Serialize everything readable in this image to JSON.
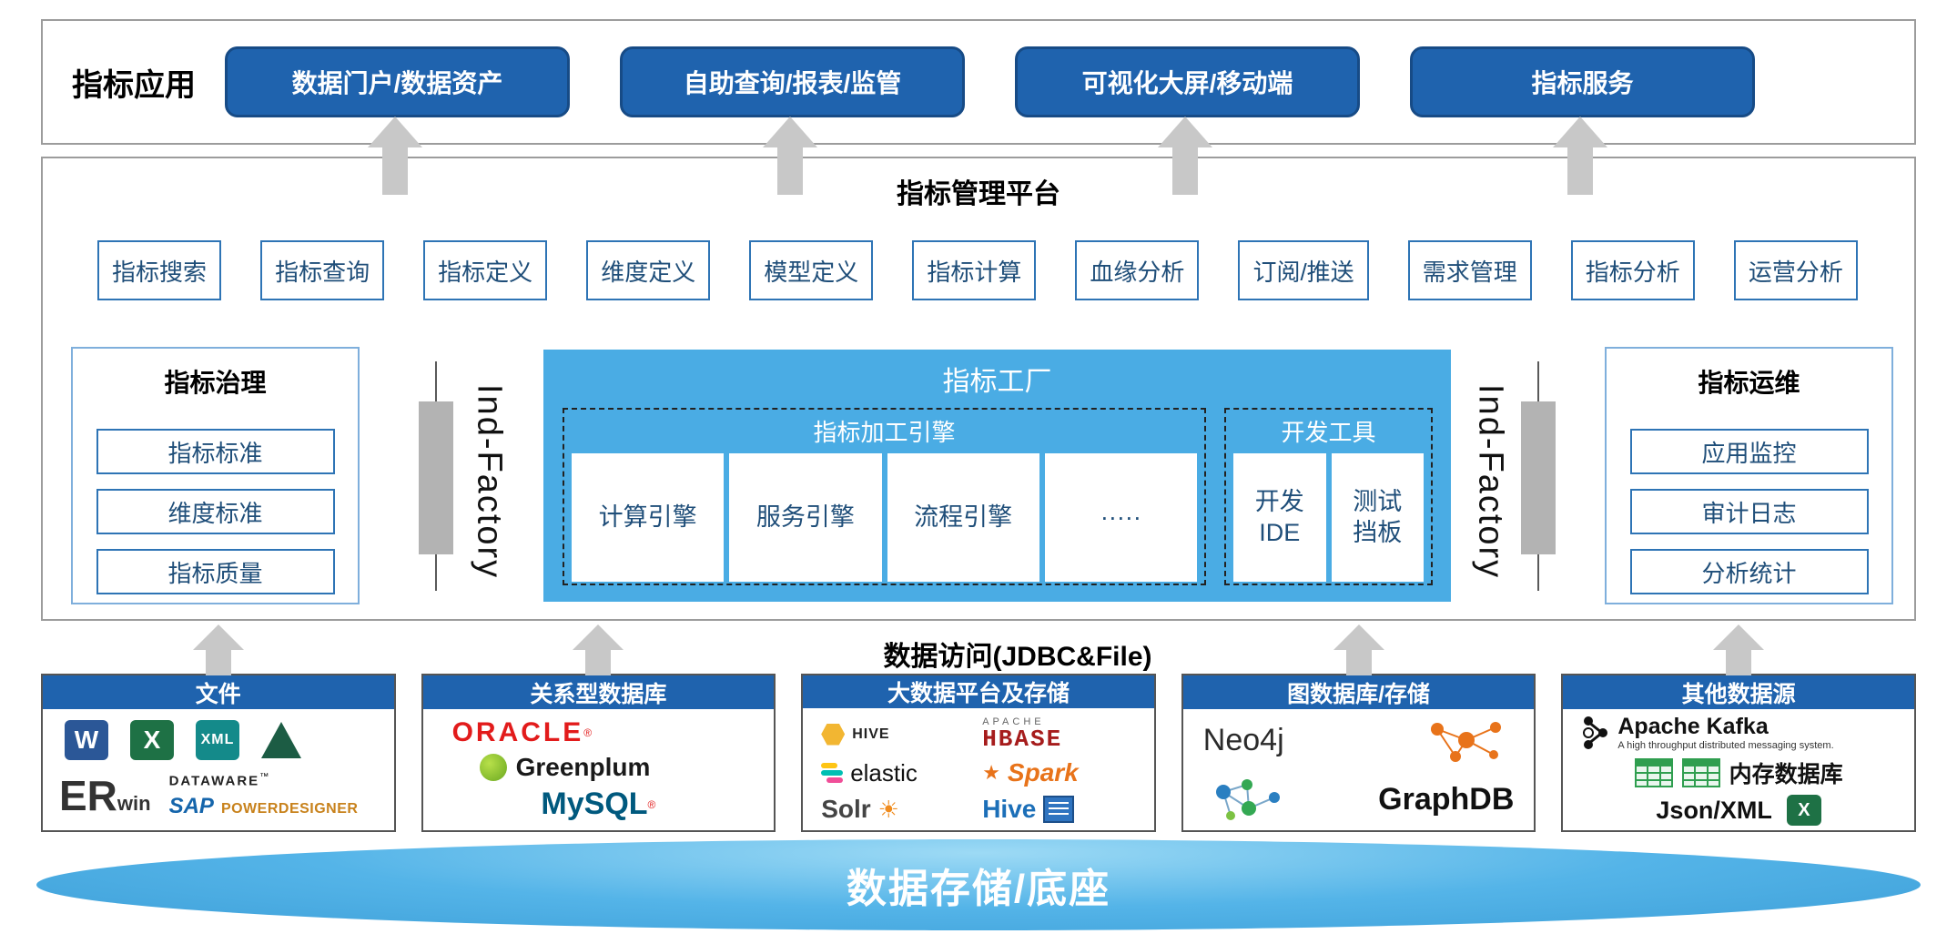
{
  "app_section": {
    "label": "指标应用",
    "buttons": [
      "数据门户/数据资产",
      "自助查询/报表/监管",
      "可视化大屏/移动端",
      "指标服务"
    ]
  },
  "platform": {
    "title": "指标管理平台",
    "modules": [
      "指标搜索",
      "指标查询",
      "指标定义",
      "维度定义",
      "模型定义",
      "指标计算",
      "血缘分析",
      "订阅/推送",
      "需求管理",
      "指标分析",
      "运营分析"
    ],
    "governance": {
      "title": "指标治理",
      "items": [
        "指标标准",
        "维度标准",
        "指标质量"
      ]
    },
    "factory": {
      "title": "指标工厂",
      "left_side_label": "Ind-Factory",
      "right_side_label": "Ind-Factory",
      "engine_group": {
        "title": "指标加工引擎",
        "engines": [
          "计算引擎",
          "服务引擎",
          "流程引擎",
          "·····"
        ]
      },
      "devtools_group": {
        "title": "开发工具",
        "tools": [
          {
            "line1": "开发",
            "line2": "IDE"
          },
          {
            "line1": "测试",
            "line2": "挡板"
          }
        ]
      }
    },
    "ops": {
      "title": "指标运维",
      "items": [
        "应用监控",
        "审计日志",
        "分析统计"
      ]
    }
  },
  "access": {
    "label": "数据访问(JDBC&File)"
  },
  "sources": {
    "files": {
      "title": "文件",
      "word_letter": "W",
      "excel_letter": "X",
      "xml_label": "XML",
      "erwin_big": "ER",
      "erwin_small": "win",
      "dataware": "DATAWARE",
      "tm": "™",
      "sap": "SAP",
      "powerdesigner": "POWERDESIGNER"
    },
    "rdbms": {
      "title": "关系型数据库",
      "oracle": "ORACLE",
      "reg": "®",
      "greenplum": "Greenplum",
      "mysql": "MySQL"
    },
    "bigdata": {
      "title": "大数据平台及存储",
      "hive": "HIVE",
      "apache": "APACHE",
      "hbase": "HBASE",
      "elastic": "elastic",
      "spark_star": "★",
      "spark": "Spark",
      "solr": "Solr",
      "sun": "☀",
      "hive2": "Hive"
    },
    "graph": {
      "title": "图数据库/存储",
      "neo4j": "Neo4j",
      "graphdb": "GraphDB"
    },
    "other": {
      "title": "其他数据源",
      "kafka": "Apache Kafka",
      "kafka_tagline": "A high throughput distributed messaging system.",
      "memdb": "内存数据库",
      "jsonxml": "Json/XML",
      "excel_letter": "X"
    }
  },
  "base": {
    "label": "数据存储/底座"
  },
  "colors": {
    "primary_blue": "#1f63ae",
    "factory_blue": "#4aace4",
    "arrow_gray": "#c8c8c8",
    "module_border": "#2e74b5",
    "module_text": "#1f4e79"
  }
}
